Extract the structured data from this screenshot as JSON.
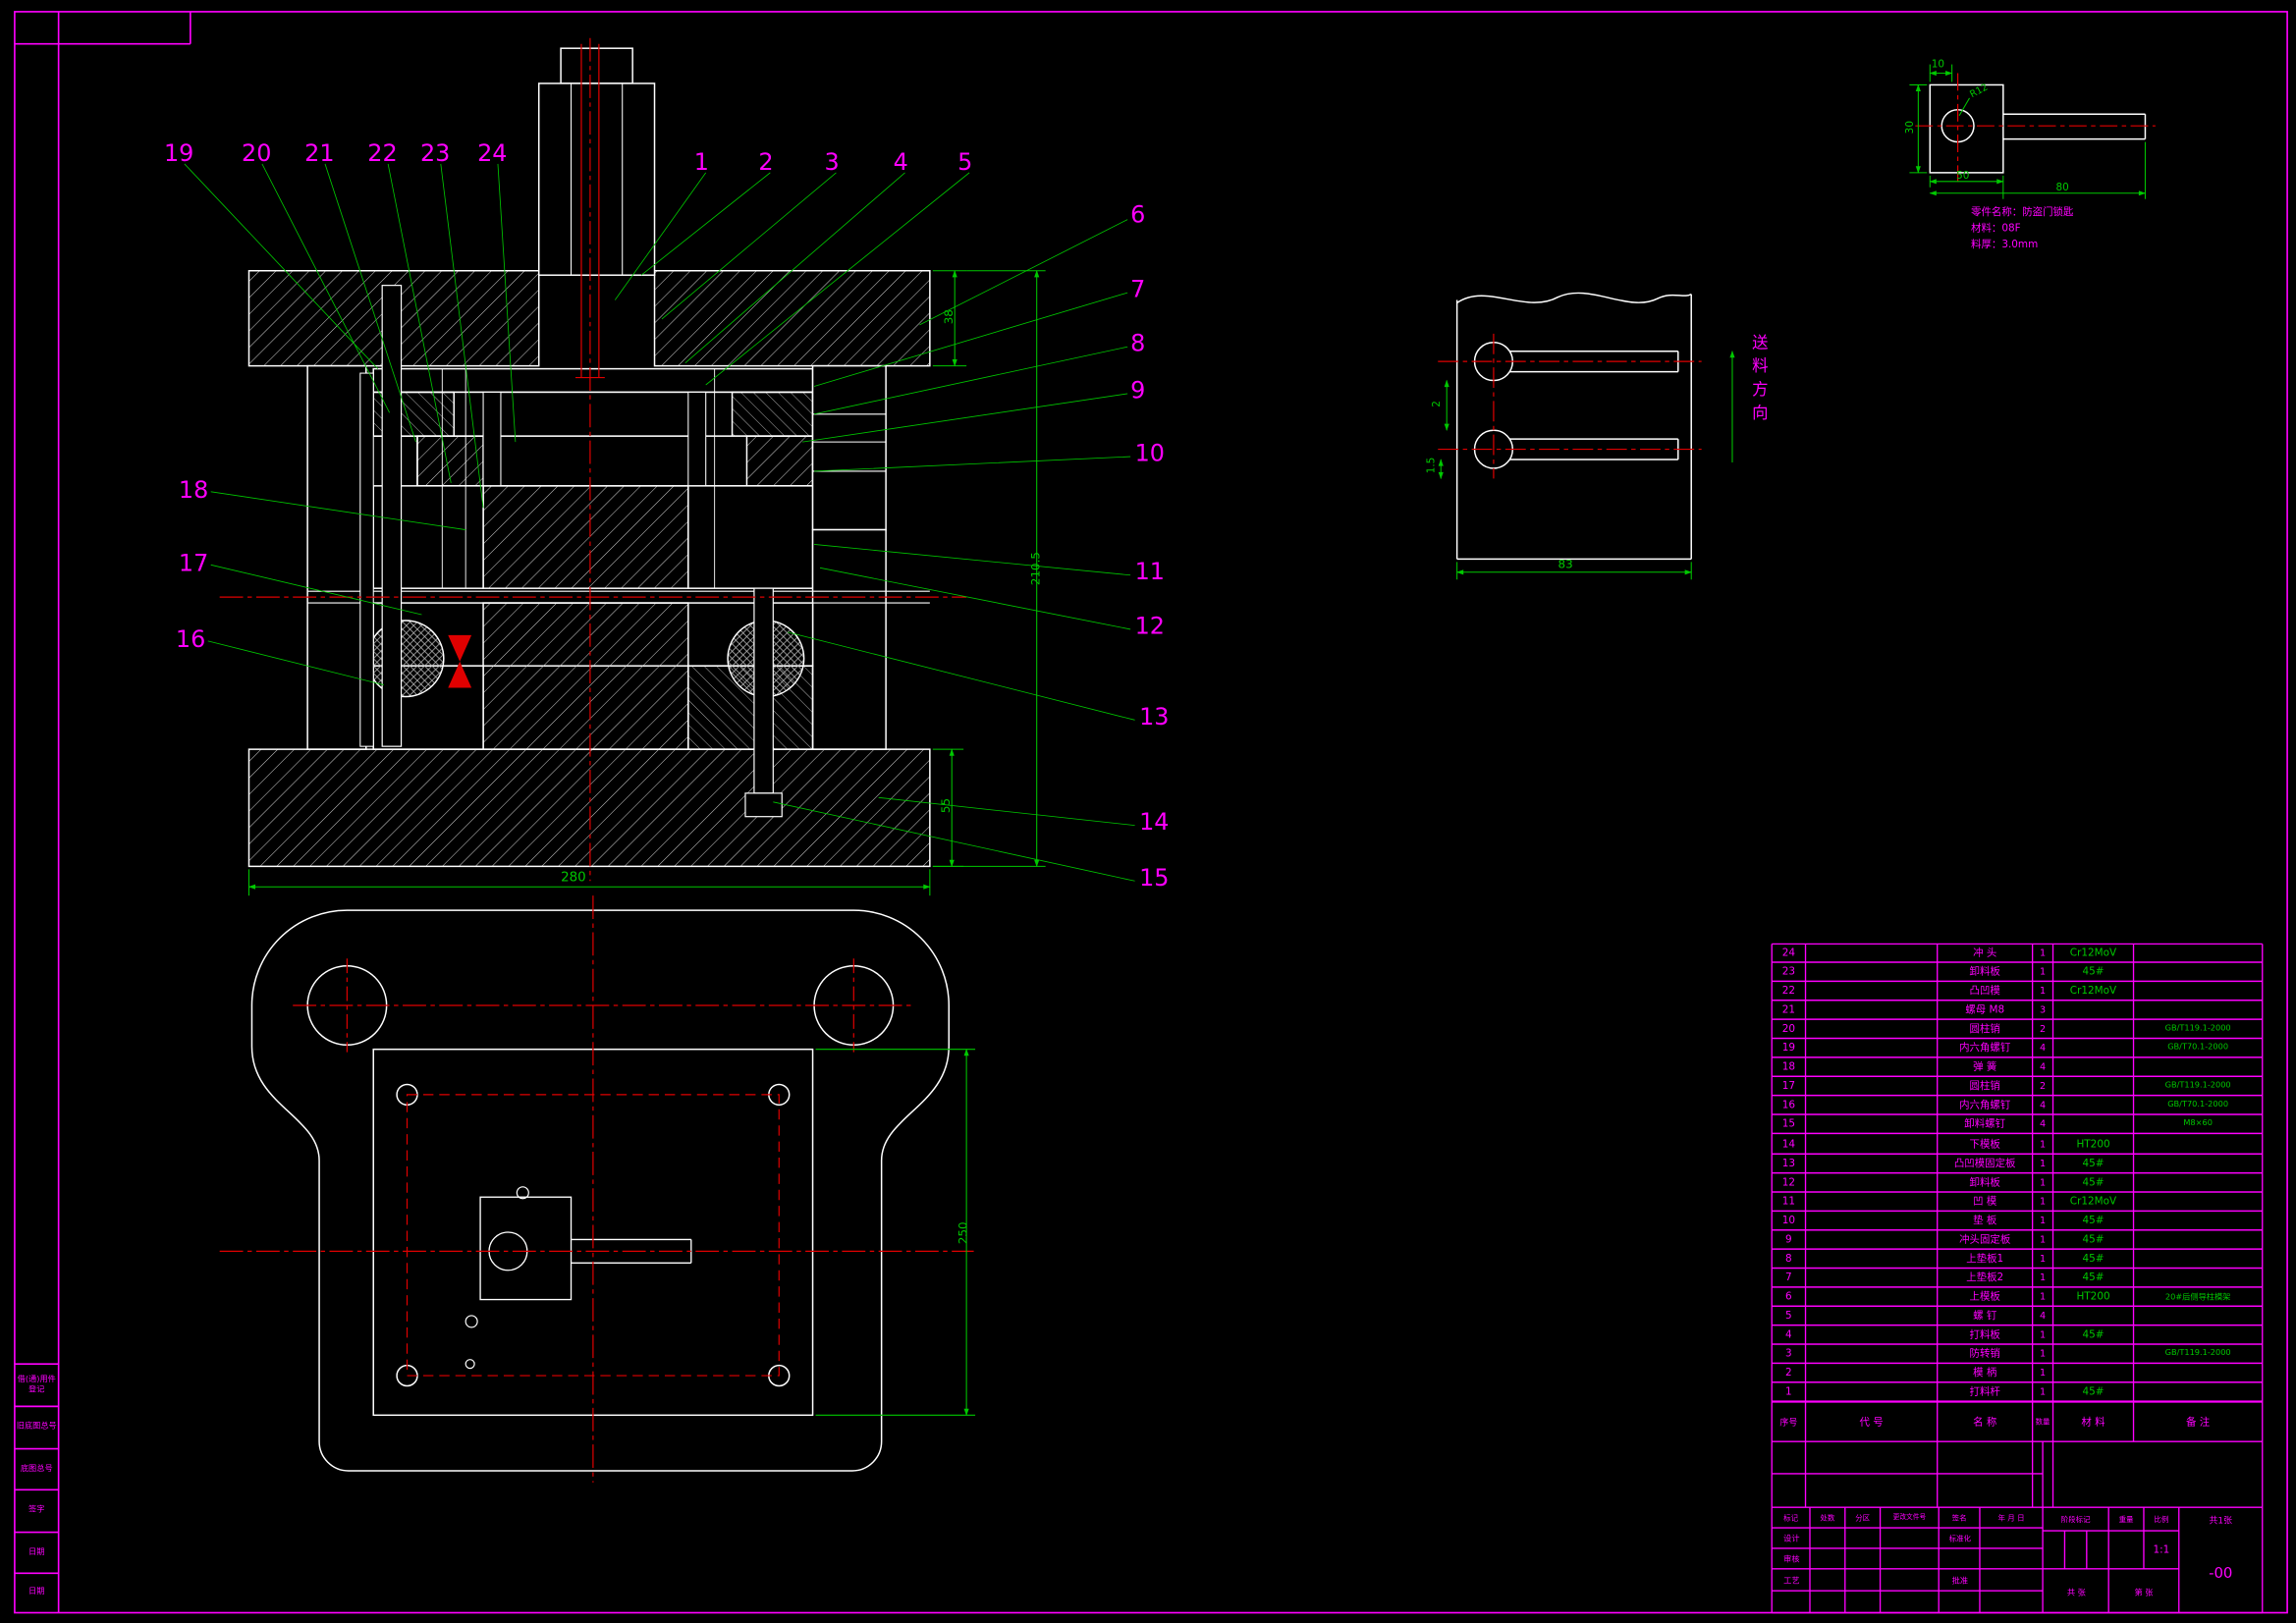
{
  "colors": {
    "background": "#000000",
    "frame": "#ff00ff",
    "object_lines": "#ffffff",
    "dimensions": "#00c800",
    "centerlines": "#e00000"
  },
  "callouts": {
    "labels": [
      "1",
      "2",
      "3",
      "4",
      "5",
      "6",
      "7",
      "8",
      "9",
      "10",
      "11",
      "12",
      "13",
      "14",
      "15",
      "16",
      "17",
      "18",
      "19",
      "20",
      "21",
      "22",
      "23",
      "24"
    ]
  },
  "detail_part": {
    "name_line": "零件名称：防盗门锁匙",
    "material_line": "材料：08F",
    "thickness_line": "料厚：3.0mm",
    "dim_10": "10",
    "dim_30": "30",
    "dim_50": "50",
    "dim_80": "80",
    "radius_label": "R12"
  },
  "strip_layout": {
    "feed_direction": "送料方向",
    "dim_pitch": "2",
    "dim_edge": "1.5",
    "dim_width": "83"
  },
  "section_view": {
    "dim_width": "280",
    "dim_lower_height": "55",
    "dim_top_height": "38",
    "dim_total_height": "210.5"
  },
  "plan_view": {
    "dim_height": "250"
  },
  "bom": {
    "headers": [
      "序号",
      "代 号",
      "名 称",
      "数量",
      "材 料",
      "备 注"
    ],
    "rows": [
      [
        "24",
        "",
        "冲 头",
        "1",
        "Cr12MoV",
        ""
      ],
      [
        "23",
        "",
        "卸料板",
        "1",
        "45#",
        ""
      ],
      [
        "22",
        "",
        "凸凹模",
        "1",
        "Cr12MoV",
        ""
      ],
      [
        "21",
        "",
        "螺母 M8",
        "3",
        "",
        ""
      ],
      [
        "20",
        "",
        "圆柱销",
        "2",
        "",
        "GB/T119.1-2000"
      ],
      [
        "19",
        "",
        "内六角螺钉",
        "4",
        "",
        "GB/T70.1-2000"
      ],
      [
        "18",
        "",
        "弹 簧",
        "4",
        "",
        ""
      ],
      [
        "17",
        "",
        "圆柱销",
        "2",
        "",
        "GB/T119.1-2000"
      ],
      [
        "16",
        "",
        "内六角螺钉",
        "4",
        "",
        "GB/T70.1-2000"
      ],
      [
        "15",
        "",
        "卸料螺钉",
        "4",
        "",
        "M8×60"
      ],
      [
        "14",
        "",
        "下模板",
        "1",
        "HT200",
        ""
      ],
      [
        "13",
        "",
        "凸凹模固定板",
        "1",
        "45#",
        ""
      ],
      [
        "12",
        "",
        "卸料板",
        "1",
        "45#",
        ""
      ],
      [
        "11",
        "",
        "凹 模",
        "1",
        "Cr12MoV",
        ""
      ],
      [
        "10",
        "",
        "垫 板",
        "1",
        "45#",
        ""
      ],
      [
        "9",
        "",
        "冲头固定板",
        "1",
        "45#",
        ""
      ],
      [
        "8",
        "",
        "上垫板1",
        "1",
        "45#",
        ""
      ],
      [
        "7",
        "",
        "上垫板2",
        "1",
        "45#",
        ""
      ],
      [
        "6",
        "",
        "上模板",
        "1",
        "HT200",
        "20#后侧导柱模架"
      ],
      [
        "5",
        "",
        "螺 钉",
        "4",
        "",
        ""
      ],
      [
        "4",
        "",
        "打料板",
        "1",
        "45#",
        ""
      ],
      [
        "3",
        "",
        "防转销",
        "1",
        "",
        "GB/T119.1-2000"
      ],
      [
        "2",
        "",
        "模 柄",
        "1",
        "",
        ""
      ],
      [
        "1",
        "",
        "打料杆",
        "1",
        "45#",
        ""
      ]
    ]
  },
  "title_block": {
    "rev_headers": [
      "标记",
      "处数",
      "分区",
      "更改文件号",
      "签名",
      "年 月 日"
    ],
    "role_design": "设计",
    "role_check": "审核",
    "role_process": "工艺",
    "role_standard": "标准化",
    "role_approve": "批准",
    "stage_label": "阶段标记",
    "weight_label": "重量",
    "scale_label": "比例",
    "scale_value": "1:1",
    "sheet_total": "共 张",
    "sheet_no": "第 张",
    "sheet_note": "共1张",
    "drawing_number": "-00"
  },
  "margin_labels": [
    "借(通)用件登记",
    "旧底图总号",
    "底图总号",
    "签字",
    "日期",
    "日期"
  ]
}
